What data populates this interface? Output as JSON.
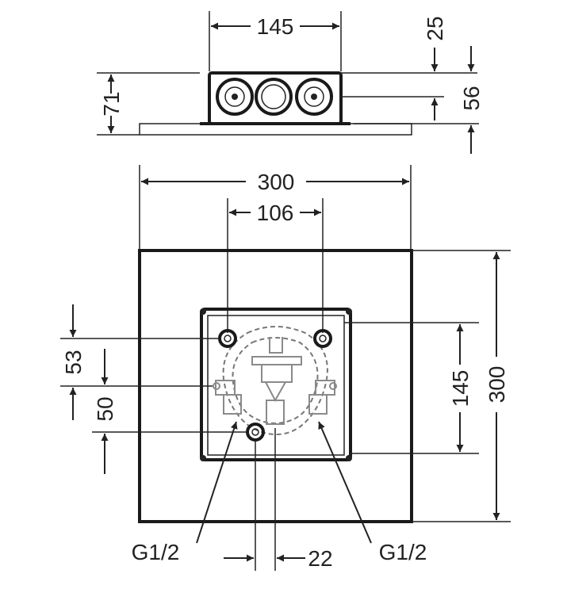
{
  "dimensions": {
    "top_width": "145",
    "top_offset": "25",
    "depth_right": "56",
    "height_left": "71",
    "plate_width": "300",
    "inlet_spacing": "106",
    "plate_height": "300",
    "frame_height": "145",
    "upper_offset": "53",
    "lower_offset": "50",
    "outlet_offset": "22"
  },
  "labels": {
    "inlet_left": "G1/2",
    "inlet_right": "G1/2"
  }
}
